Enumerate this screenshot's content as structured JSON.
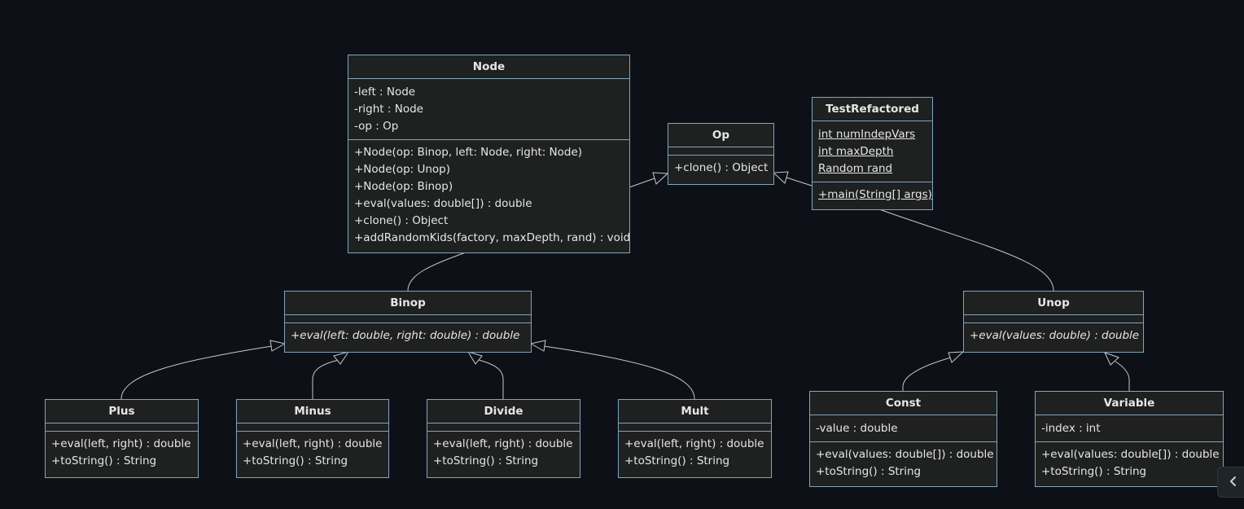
{
  "classes": {
    "node": {
      "name": "Node",
      "attributes": [
        "-left : Node",
        "-right : Node",
        "-op : Op"
      ],
      "methods": [
        "+Node(op: Binop, left: Node, right: Node)",
        "+Node(op: Unop)",
        "+Node(op: Binop)",
        "+eval(values: double[]) : double",
        "+clone() : Object",
        "+addRandomKids(factory, maxDepth, rand) : void"
      ]
    },
    "op": {
      "name": "Op",
      "attributes": [],
      "methods": [
        "+clone() : Object"
      ]
    },
    "test_refactored": {
      "name": "TestRefactored",
      "attributes": [
        "int numIndepVars",
        "int maxDepth",
        "Random rand"
      ],
      "methods": [
        "+main(String[] args)"
      ]
    },
    "binop": {
      "name": "Binop",
      "attributes": [],
      "methods": [
        "+eval(left: double, right: double) : double"
      ]
    },
    "unop": {
      "name": "Unop",
      "attributes": [],
      "methods": [
        "+eval(values: double) : double"
      ]
    },
    "plus": {
      "name": "Plus",
      "attributes": [],
      "methods": [
        "+eval(left, right) : double",
        "+toString() : String"
      ]
    },
    "minus": {
      "name": "Minus",
      "attributes": [],
      "methods": [
        "+eval(left, right) : double",
        "+toString() : String"
      ]
    },
    "divide": {
      "name": "Divide",
      "attributes": [],
      "methods": [
        "+eval(left, right) : double",
        "+toString() : String"
      ]
    },
    "mult": {
      "name": "Mult",
      "attributes": [],
      "methods": [
        "+eval(left, right) : double",
        "+toString() : String"
      ]
    },
    "const": {
      "name": "Const",
      "attributes": [
        "-value : double"
      ],
      "methods": [
        "+eval(values: double[]) : double",
        "+toString() : String"
      ]
    },
    "variable": {
      "name": "Variable",
      "attributes": [
        "-index : int"
      ],
      "methods": [
        "+eval(values: double[]) : double",
        "+toString() : String"
      ]
    }
  },
  "relations": [
    {
      "from": "node",
      "to": "op",
      "type": "inheritance"
    },
    {
      "from": "test_refactored",
      "to": "op",
      "type": "inheritance"
    },
    {
      "from": "node",
      "to": "binop",
      "type": "association"
    },
    {
      "from": "test_refactored",
      "to": "unop",
      "type": "association"
    },
    {
      "from": "plus",
      "to": "binop",
      "type": "inheritance"
    },
    {
      "from": "minus",
      "to": "binop",
      "type": "inheritance"
    },
    {
      "from": "divide",
      "to": "binop",
      "type": "inheritance"
    },
    {
      "from": "mult",
      "to": "binop",
      "type": "inheritance"
    },
    {
      "from": "const",
      "to": "unop",
      "type": "inheritance"
    },
    {
      "from": "variable",
      "to": "unop",
      "type": "inheritance"
    }
  ],
  "colors": {
    "background": "#0d1117",
    "box_fill": "#1f2020",
    "box_border": "#81a5be",
    "edge": "#c8c8c8",
    "text": "#e6e6e6"
  },
  "icons": {
    "collapse": "chevron-left-icon"
  }
}
